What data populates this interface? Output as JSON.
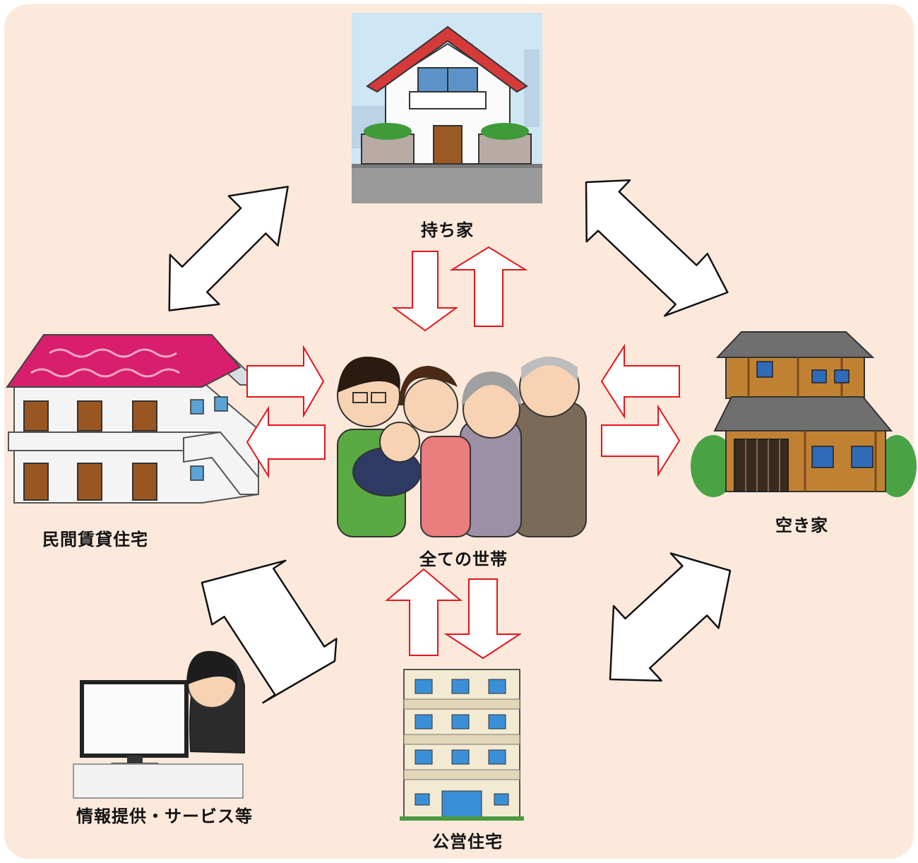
{
  "diagram": {
    "center_label": "全ての世帯",
    "nodes": {
      "owned_house": "持ち家",
      "rental_housing": "民間賃貸住宅",
      "vacant_house": "空き家",
      "public_housing": "公営住宅",
      "info_services": "情報提供・サービス等"
    },
    "colors": {
      "background": "#fce9dc",
      "red_arrow_outline": "#e8141a",
      "black_arrow_outline": "#111111"
    }
  }
}
